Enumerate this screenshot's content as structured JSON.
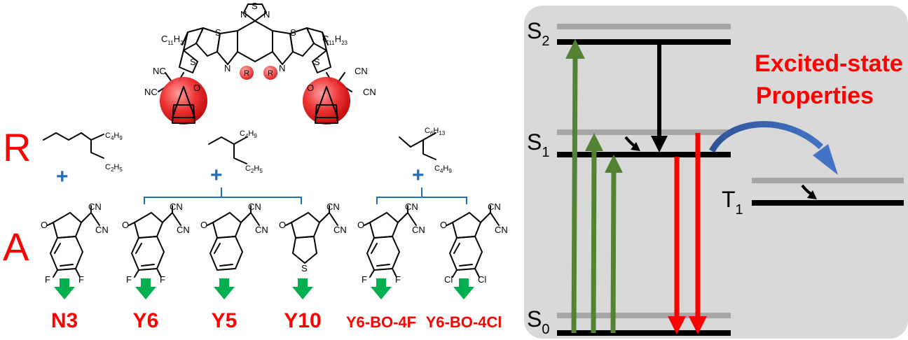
{
  "core": {
    "alkyl_label": "C11H23",
    "alkyl_main": "C",
    "alkyl_sub": "11",
    "alkyl_main2": "H",
    "alkyl_sub2": "23",
    "side_group_marker": "R",
    "end_group_marker": "A",
    "cyano_label": "NC",
    "cyano_label_right": "CN",
    "carbonyl_label": "O",
    "sulfur_label": "S",
    "nitrogen_label": "N"
  },
  "substituent_rows": {
    "r_row_label": "R",
    "a_row_label": "A",
    "plus_sign": "+"
  },
  "side_chains": [
    {
      "branch_a": "C4H9",
      "branch_b": "C2H5"
    },
    {
      "branch_a": "C4H9",
      "branch_b": "C2H5"
    },
    {
      "branch_a": "C6H13",
      "branch_b": "C4H9"
    }
  ],
  "end_groups": [
    {
      "acceptor": "N3",
      "halogen": "F",
      "halogen_label": "F"
    },
    {
      "acceptor": "Y6",
      "halogen": "F",
      "halogen_label": "F"
    },
    {
      "acceptor": "Y5",
      "halogen": "",
      "halogen_label": ""
    },
    {
      "acceptor": "Y10",
      "halogen": "S",
      "halogen_label": "S"
    },
    {
      "acceptor": "Y6-BO-4F",
      "halogen": "F",
      "halogen_label": "F"
    },
    {
      "acceptor": "Y6-BO-4Cl",
      "halogen": "Cl",
      "halogen_label": "Cl"
    }
  ],
  "energy_diagram": {
    "title_line1": "Excited-state",
    "title_line2": "Properties",
    "states": {
      "s2": {
        "main": "S",
        "sub": "2"
      },
      "s1": {
        "main": "S",
        "sub": "1"
      },
      "s0": {
        "main": "S",
        "sub": "0"
      },
      "t1": {
        "main": "T",
        "sub": "1"
      }
    },
    "colors": {
      "absorption": "#548235",
      "emission": "#ff0000",
      "relaxation": "#000000",
      "isc": "#4472c4",
      "vibrational_level": "#a6a6a6",
      "panel": "#d9d9d9"
    }
  },
  "colors": {
    "label_red": "#ff0000",
    "bracket_blue": "#1f6fbf",
    "arrow_green": "#00b050",
    "end_group_highlight": "#e3161b"
  }
}
